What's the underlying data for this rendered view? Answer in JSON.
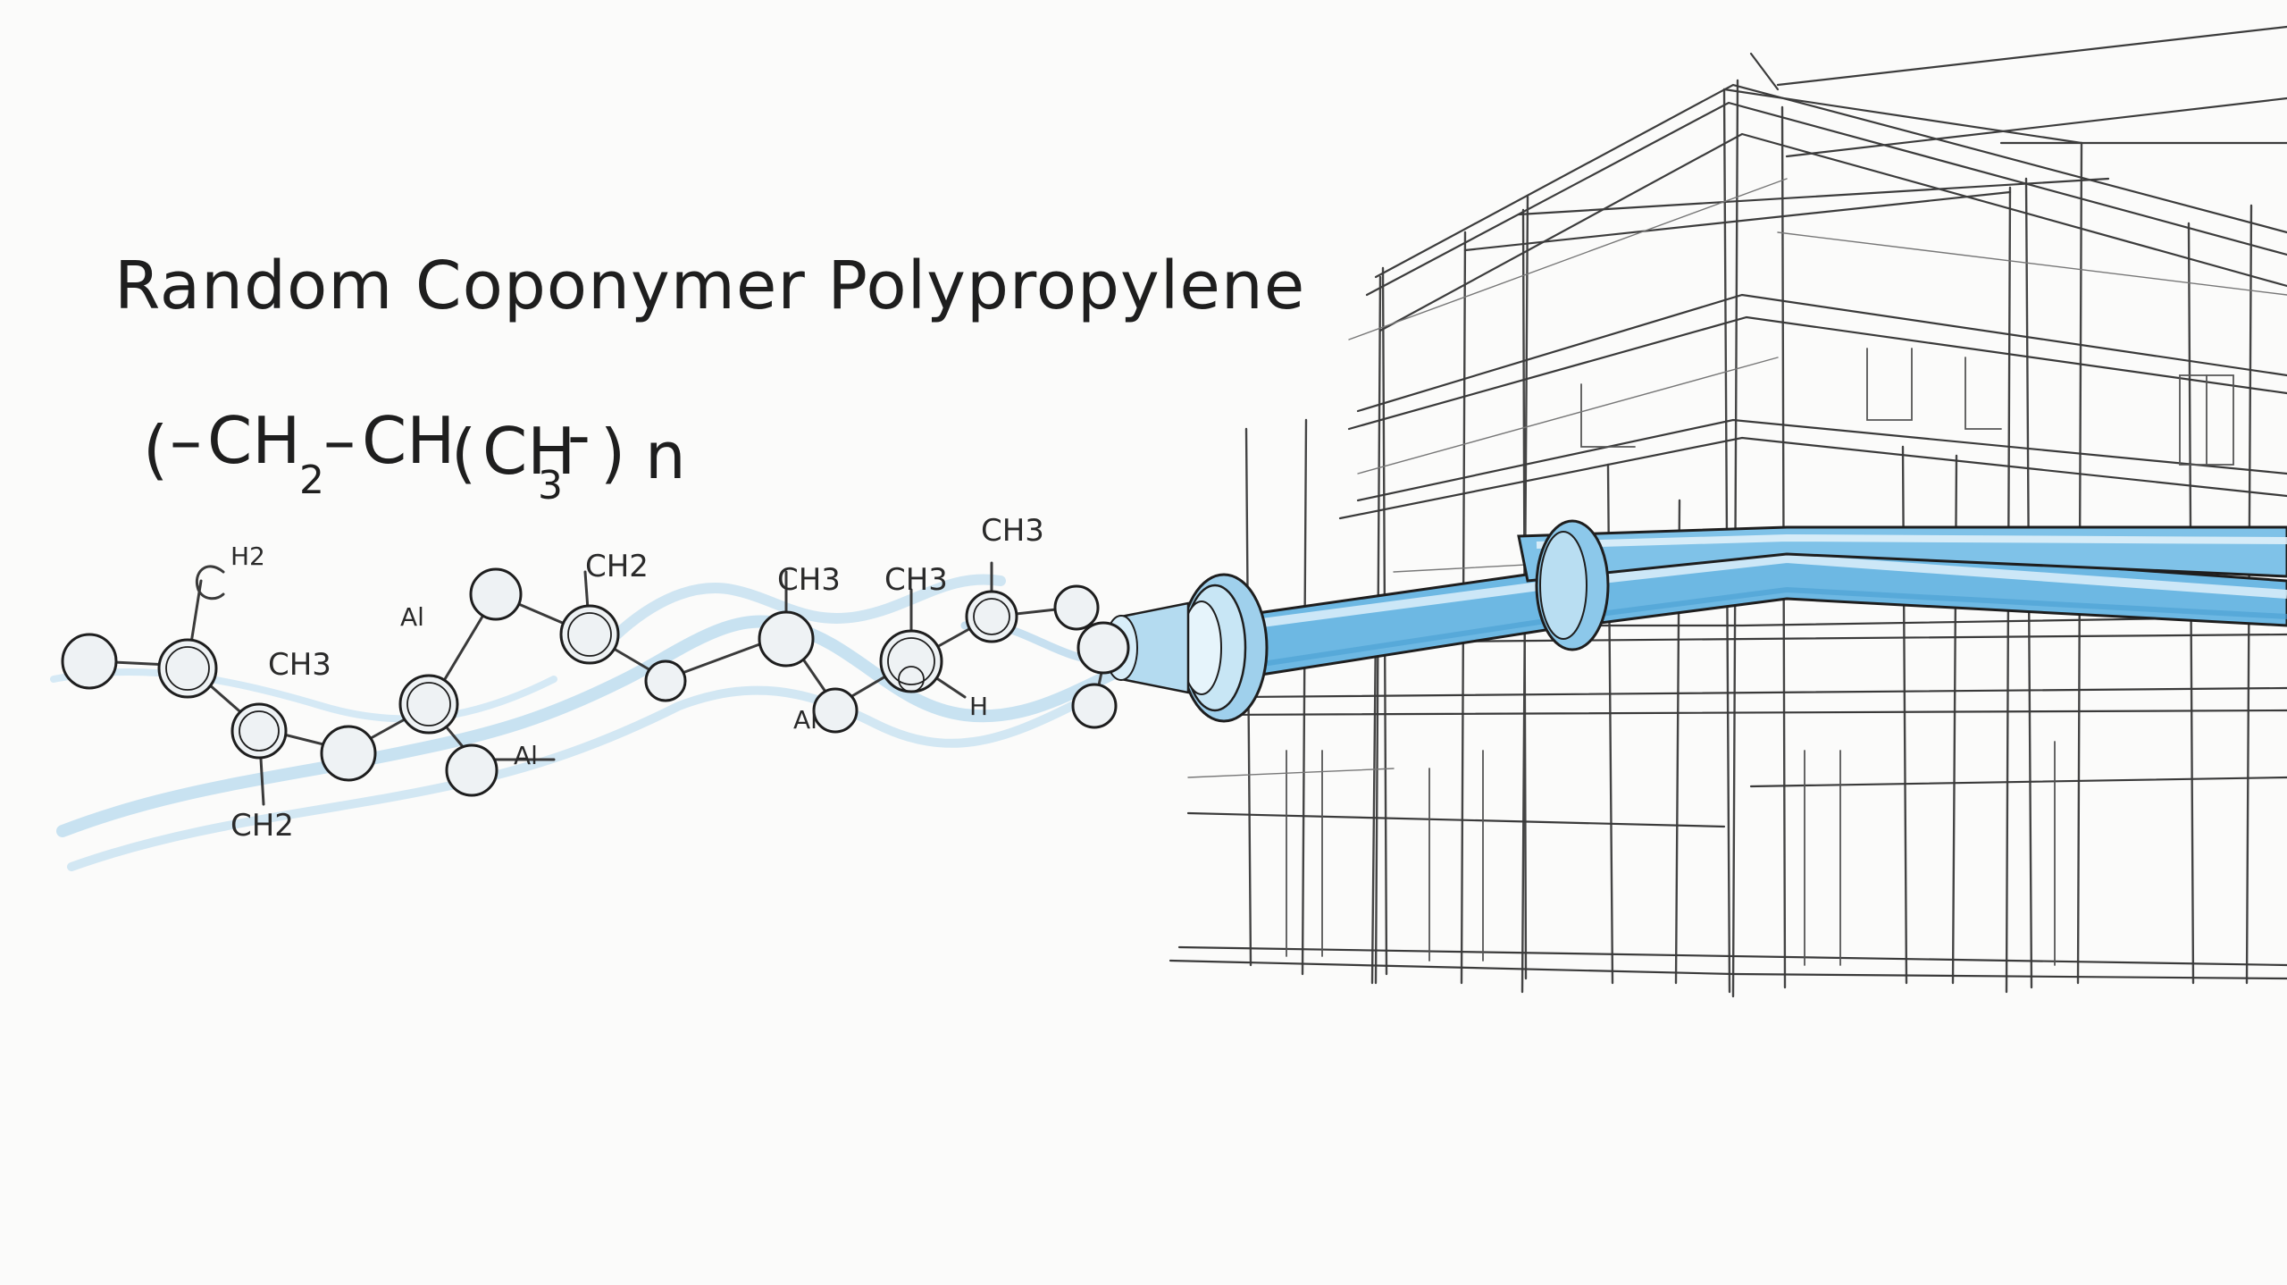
{
  "title": "Random Coponymer Polypropylene",
  "formula": {
    "open": "(",
    "dash1": "–",
    "ch_a": "CH",
    "sub_a": "2",
    "dash2": "–",
    "ch_b": "CH",
    "inner_open": "(",
    "ch_c": "CH",
    "sub_c": "3",
    "dash3": "-",
    "inner_close": ")",
    "n": "n"
  },
  "atom_labels": {
    "h2_top": "H2",
    "ch3_left": "CH3",
    "ch2_bottom": "CH2",
    "al_left": "Al",
    "ch2_mid": "CH2",
    "al_lower": "Al",
    "ch3_mid": "CH3",
    "ch3_right": "CH3",
    "ch3_top": "CH3",
    "al_right": "Al",
    "h_right": "H"
  },
  "colors": {
    "ink": "#1e1e1e",
    "water_blue": "#8cc4e6",
    "pipe_blue": "#5aaee0",
    "pipe_highlight": "#d6ecf8",
    "paper": "#fbfbfa"
  }
}
